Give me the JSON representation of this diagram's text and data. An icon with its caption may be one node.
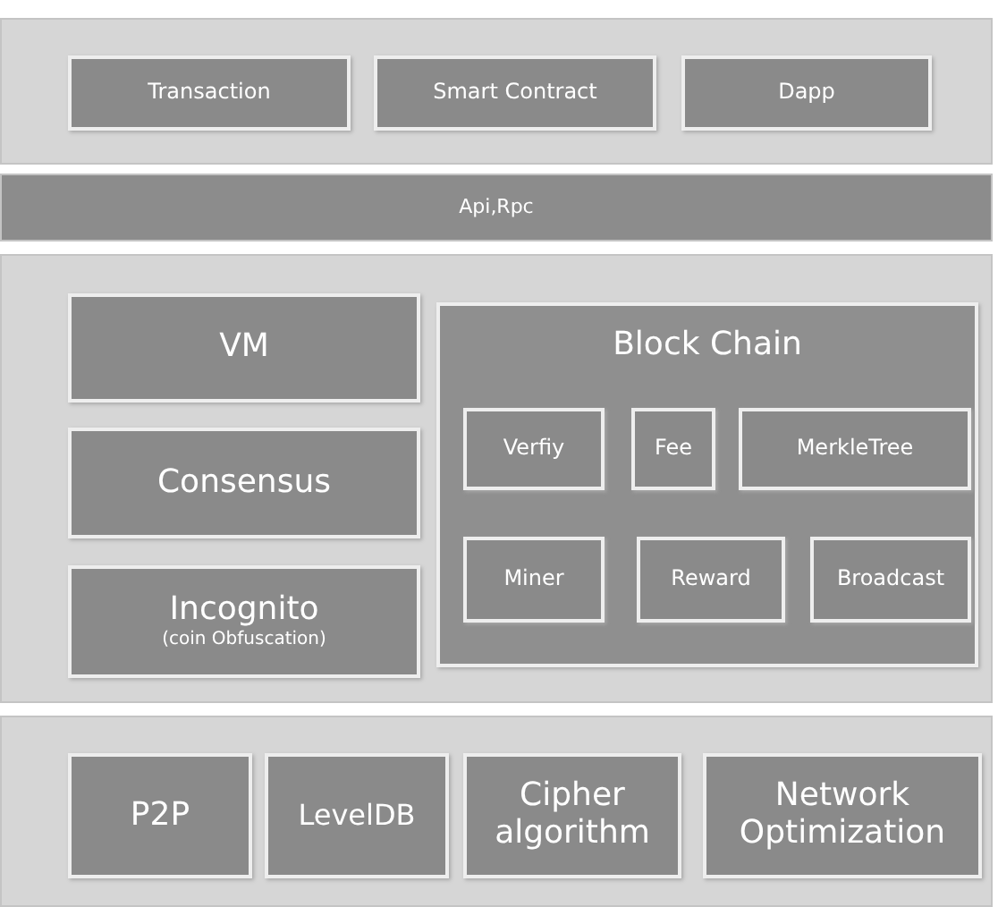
{
  "diagram": {
    "nodes": [
      {
        "text": [],
        "shape": "box"
      },
      {
        "text": [
          "Transaction"
        ],
        "in": 0
      },
      {
        "text": [
          "Smart Contract"
        ],
        "in": 0
      },
      {
        "text": [
          "Dapp"
        ],
        "in": 0
      },
      {
        "text": [
          "Api,Rpc"
        ]
      },
      {
        "text": [],
        "shape": "box"
      },
      {
        "text": [
          "VM"
        ],
        "in": 5
      },
      {
        "text": [
          "Consensus"
        ],
        "in": 5
      },
      {
        "text": [
          "Incognito",
          "(coin Obfuscation)"
        ],
        "in": 5
      },
      {
        "text": [
          "Block Chain"
        ],
        "in": 5
      },
      {
        "text": [
          "Verfiy"
        ],
        "in": 9
      },
      {
        "text": [
          "Fee"
        ],
        "in": 9
      },
      {
        "text": [
          "MerkleTree"
        ],
        "in": 9
      },
      {
        "text": [
          "Miner"
        ],
        "in": 9
      },
      {
        "text": [
          "Reward"
        ],
        "in": 9
      },
      {
        "text": [
          "Broadcast"
        ],
        "in": 9
      },
      {
        "text": [],
        "shape": "box"
      },
      {
        "text": [
          "P2P"
        ],
        "in": 16
      },
      {
        "text": [
          "LevelDB"
        ],
        "in": 16
      },
      {
        "text": [
          "Cipher algorithm"
        ],
        "in": 16
      },
      {
        "text": [
          "Network Optimization"
        ],
        "in": 16
      }
    ],
    "edges": []
  }
}
